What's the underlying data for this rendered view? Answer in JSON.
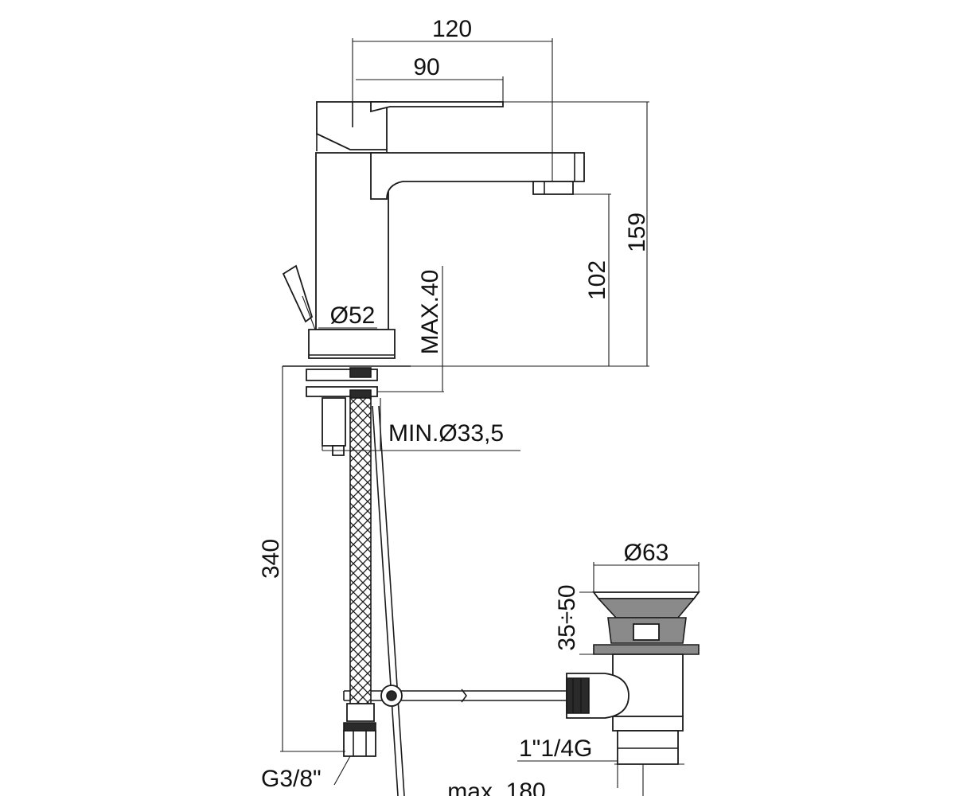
{
  "dimensions": {
    "width_120": "120",
    "width_90": "90",
    "height_159": "159",
    "height_102": "102",
    "max_40": "MAX.40",
    "dia_52": "Ø52",
    "min_hole": "MIN.Ø33,5",
    "hose_340": "340",
    "thread_g38": "G3/8\"",
    "dia_63": "Ø63",
    "range_35_50": "35÷50",
    "thread_114": "1\"1/4G",
    "max_180": "max. 180"
  }
}
